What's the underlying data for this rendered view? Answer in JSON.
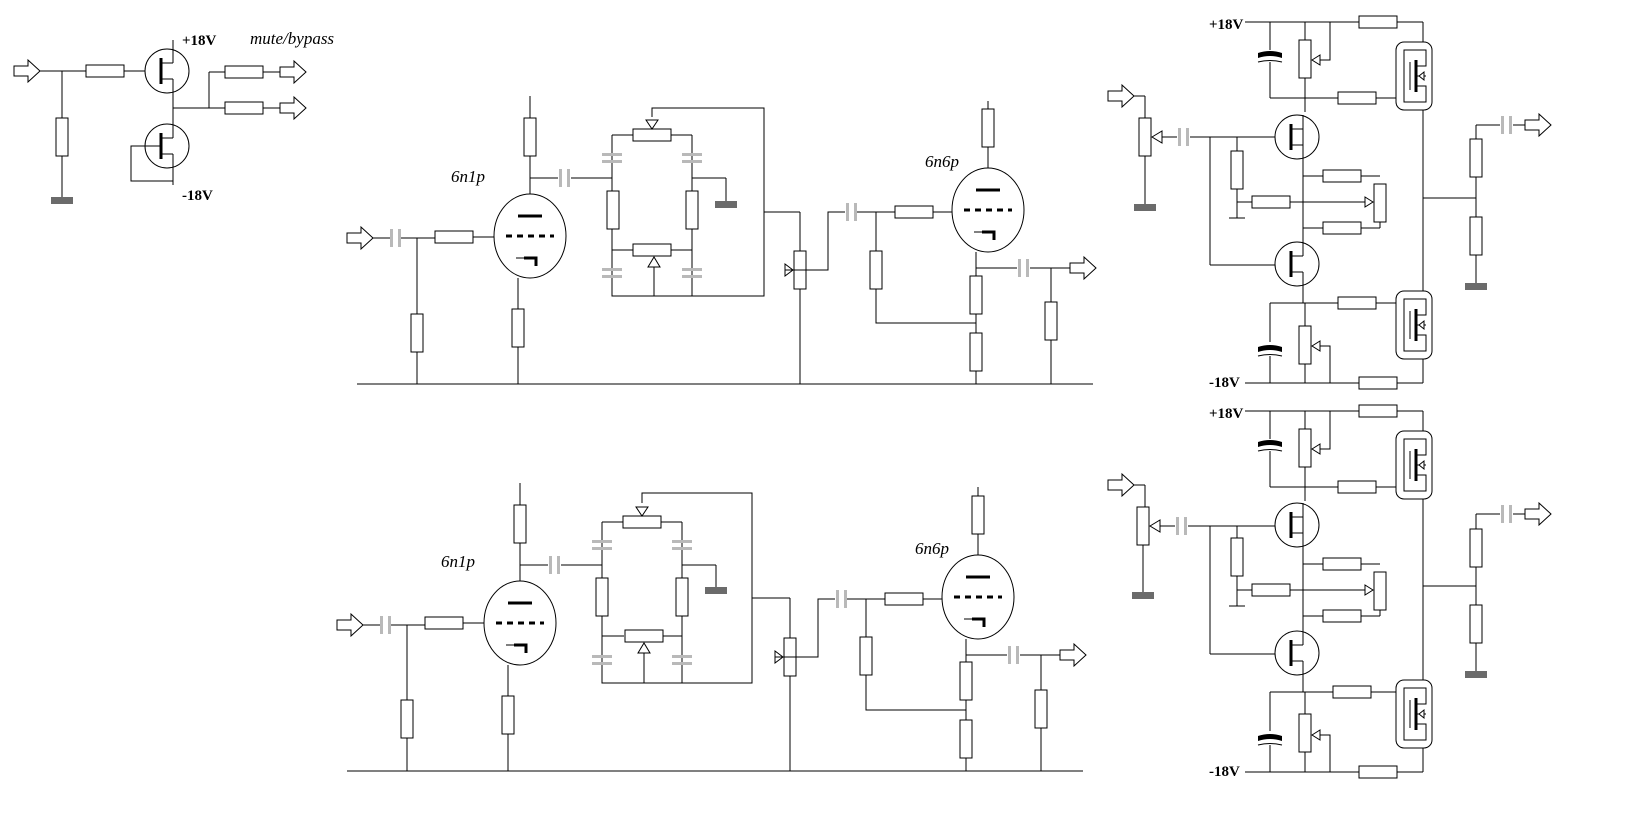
{
  "labels": {
    "mute_bypass": "mute/bypass",
    "plus_18v": "+18V",
    "minus_18v": "-18V",
    "tube_driver": "6n1p",
    "tube_output": "6n6p"
  }
}
